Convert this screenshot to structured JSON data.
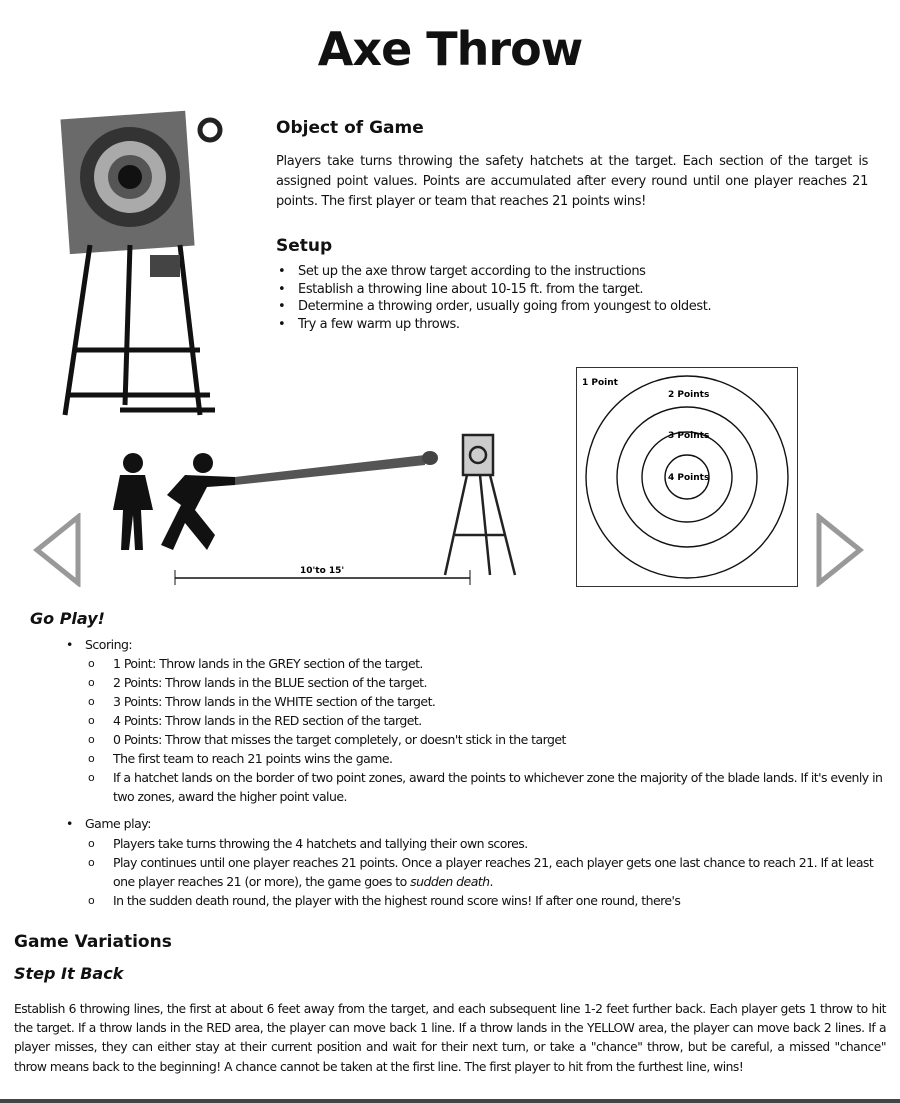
{
  "title": "Axe Throw",
  "object": {
    "heading": "Object of Game",
    "text": "Players take turns throwing the safety hatchets at the target. Each section of the target is assigned point values.  Points are accumulated after every round until one player reaches 21 points. The first player or team that reaches 21 points wins!"
  },
  "setup": {
    "heading": "Setup",
    "items": [
      "Set up the axe throw target according to the instructions",
      "Establish a throwing line about 10-15 ft. from the target.",
      "Determine a throwing order, usually going from youngest to oldest.",
      "Try a few warm up throws."
    ]
  },
  "diagram": {
    "distance_label": "10'to 15'"
  },
  "target": {
    "labels": [
      "1 Point",
      "2 Points",
      "3 Points",
      "4 Points"
    ]
  },
  "go_play": {
    "heading": "Go Play!",
    "scoring": {
      "label": "Scoring:",
      "items": [
        "1 Point: Throw lands in the GREY section of the target.",
        "2 Points: Throw lands in the BLUE section of the target.",
        "3 Points: Throw lands in the WHITE section of the target.",
        "4 Points: Throw lands in the RED section of the target.",
        "0 Points: Throw that misses the target completely, or doesn't stick in the target",
        "The first team to reach 21 points wins the game.",
        "If a hatchet lands on the border of two point zones, award the points to whichever zone the majority of the blade lands. If it's evenly in two zones, award the higher point value."
      ]
    },
    "gameplay": {
      "label": "Game play:",
      "items": [
        "Players take turns throwing the 4 hatchets and tallying their own scores.",
        "Play continues until one player reaches 21 points. Once a player reaches 21, each player gets one last chance to reach 21. If at least one player reaches 21 (or more), the game goes to",
        "sudden death",
        "In the sudden death round, the player with the highest round score wins! If after one round, there's"
      ]
    }
  },
  "variations": {
    "heading": "Game Variations",
    "step_it_back": {
      "heading": "Step It Back",
      "text": "Establish 6 throwing lines, the first at about 6 feet away from the target, and each subsequent line 1-2 feet further back. Each player gets 1 throw to hit the target. If a throw lands in the RED area, the player can move back 1 line. If a throw lands in the YELLOW area, the player can move back 2 lines. If a player misses, they can either stay at their current position and wait for their next turn, or take a \"chance\" throw, but be careful, a missed \"chance\" throw means back to the beginning! A chance cannot be taken at the first line. The first player to hit from the furthest line, wins!"
    }
  },
  "colors": {
    "text": "#111111",
    "arrow": "#999999"
  }
}
